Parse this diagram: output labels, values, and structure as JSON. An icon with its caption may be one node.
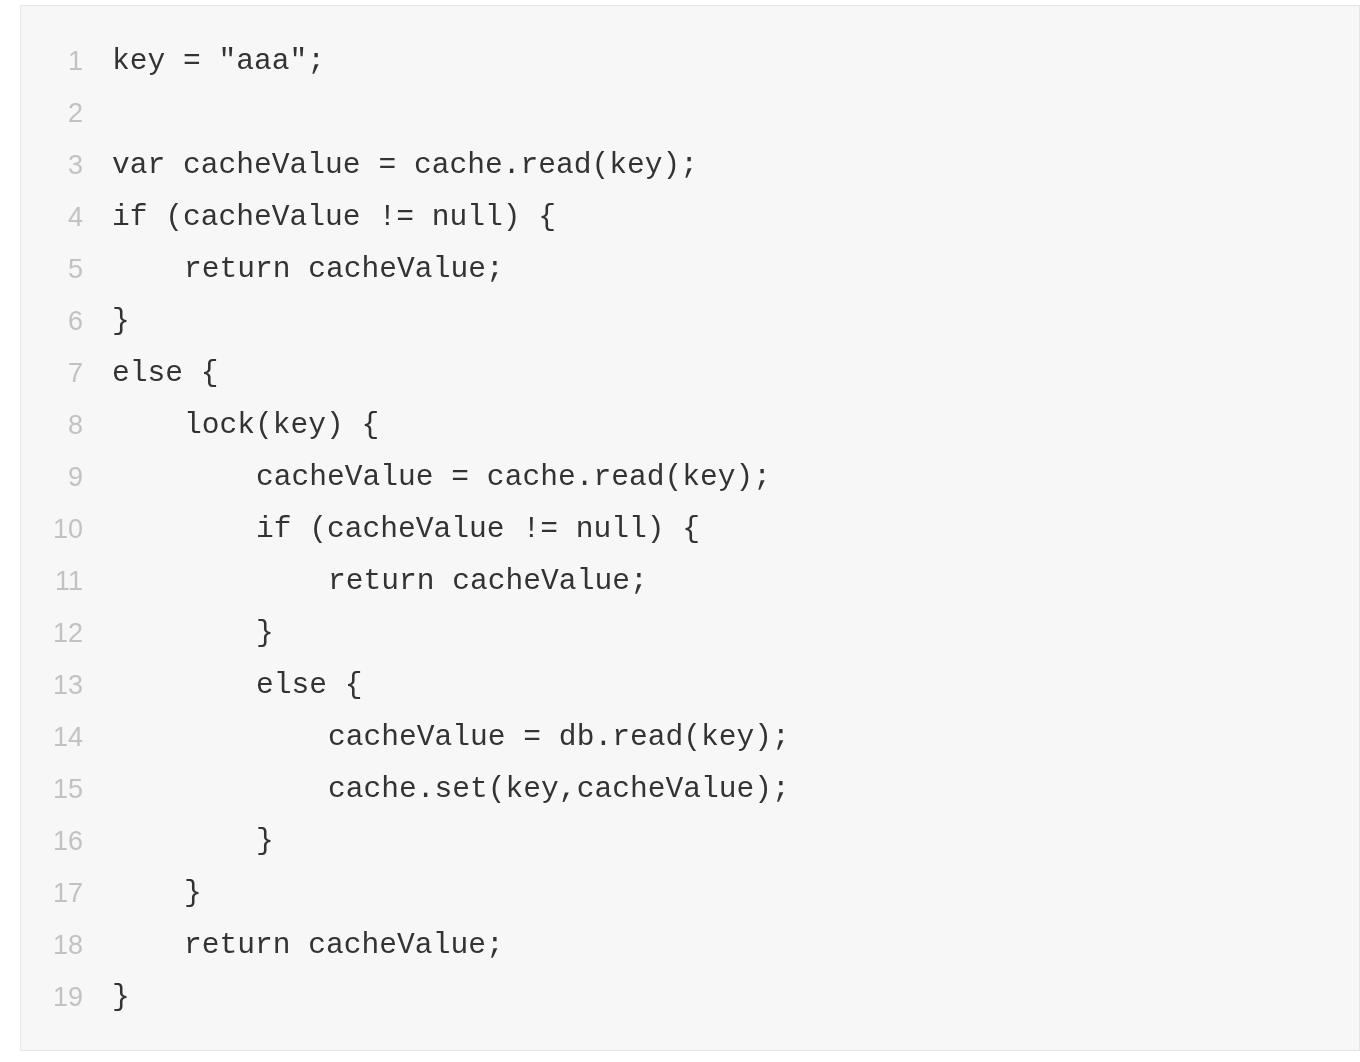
{
  "diagram": {
    "labels": [
      "1",
      "key = \"aaa\";",
      "2",
      "3",
      "var cacheValue = cache.read(key);",
      "4",
      "if (cacheValue != null) {",
      "5",
      "return cacheValue;",
      "6",
      "}",
      "7",
      "else {",
      "8",
      "lock(key) {",
      "9",
      "cacheValue = cache.read(key);",
      "10",
      "if (cacheValue != null) {",
      "11",
      "return cacheValue;",
      "12",
      "}",
      "13",
      "else {",
      "14",
      "cacheValue = db.read(key);",
      "15",
      "cache.set(key,cacheValue);",
      "16",
      "}",
      "17",
      "}",
      "18",
      "return cacheValue;",
      "19",
      "}"
    ]
  }
}
